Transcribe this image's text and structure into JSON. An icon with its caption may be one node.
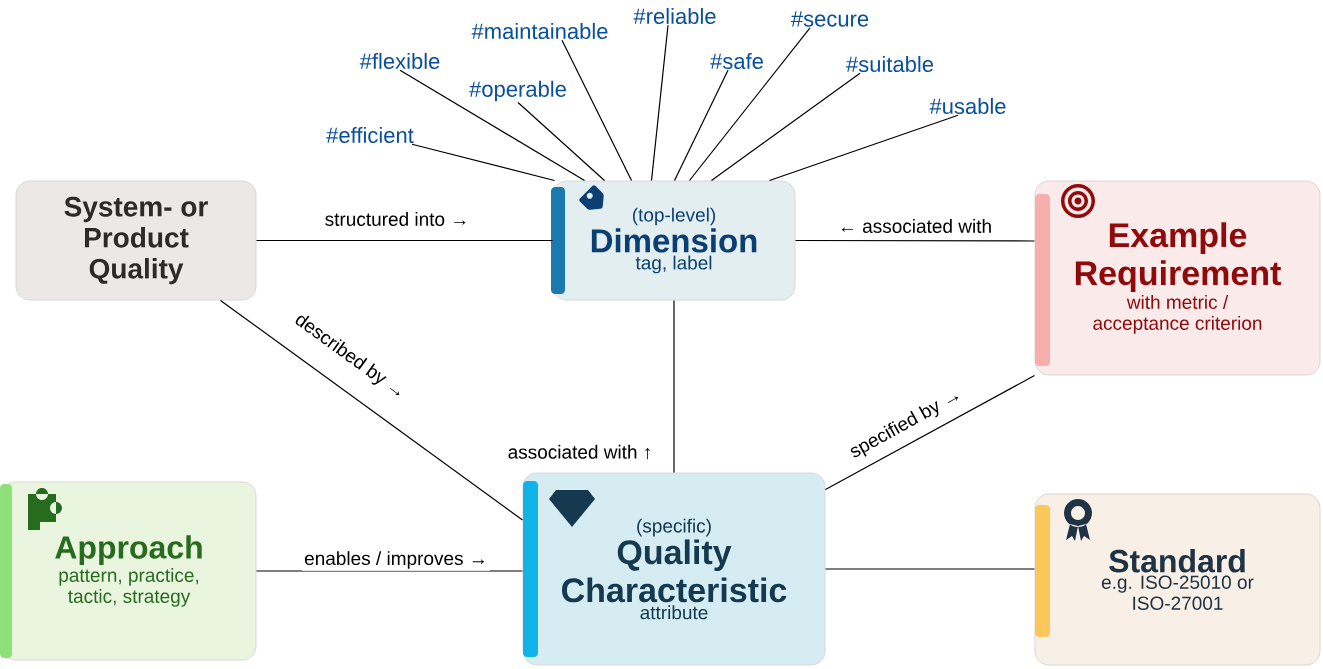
{
  "diagram": {
    "nodes": [
      {
        "text": [
          "System- or Product Quality"
        ]
      },
      {
        "text": [
          "(top-level)",
          "Dimension",
          "tag, label"
        ]
      },
      {
        "text": [
          "Example Requirement",
          "with metric / acceptance criterion"
        ]
      },
      {
        "text": [
          "Approach",
          "pattern, practice, tactic, strategy"
        ]
      },
      {
        "text": [
          "(specific)",
          "Quality Characteristic",
          "attribute"
        ]
      },
      {
        "text": [
          "Standard",
          "e.g. ISO-25010 or ISO-27001"
        ]
      },
      {
        "text": [
          "#efficient"
        ]
      },
      {
        "text": [
          "#flexible"
        ]
      },
      {
        "text": [
          "#operable"
        ]
      },
      {
        "text": [
          "#maintainable"
        ]
      },
      {
        "text": [
          "#reliable"
        ]
      },
      {
        "text": [
          "#safe"
        ]
      },
      {
        "text": [
          "#secure"
        ]
      },
      {
        "text": [
          "#suitable"
        ]
      },
      {
        "text": [
          "#usable"
        ]
      }
    ],
    "edges": [
      {
        "from": 0,
        "to": 1,
        "arrow": "none",
        "label": "structured into →"
      },
      {
        "from": 2,
        "to": 1,
        "arrow": "none",
        "label": "← associated with"
      },
      {
        "from": 0,
        "to": 4,
        "arrow": "none",
        "label": "described by →"
      },
      {
        "from": 4,
        "to": 1,
        "arrow": "none",
        "label": "associated with ↑"
      },
      {
        "from": 4,
        "to": 2,
        "arrow": "none",
        "label": "specified by →"
      },
      {
        "from": 3,
        "to": 4,
        "arrow": "none",
        "label": "enables / improves →"
      },
      {
        "from": 4,
        "to": 5,
        "arrow": "none"
      },
      {
        "from": 6,
        "to": 1,
        "arrow": "none"
      },
      {
        "from": 7,
        "to": 1,
        "arrow": "none"
      },
      {
        "from": 8,
        "to": 1,
        "arrow": "none"
      },
      {
        "from": 9,
        "to": 1,
        "arrow": "none"
      },
      {
        "from": 10,
        "to": 1,
        "arrow": "none"
      },
      {
        "from": 11,
        "to": 1,
        "arrow": "none"
      },
      {
        "from": 12,
        "to": 1,
        "arrow": "none"
      },
      {
        "from": 13,
        "to": 1,
        "arrow": "none"
      },
      {
        "from": 14,
        "to": 1,
        "arrow": "none"
      }
    ]
  }
}
